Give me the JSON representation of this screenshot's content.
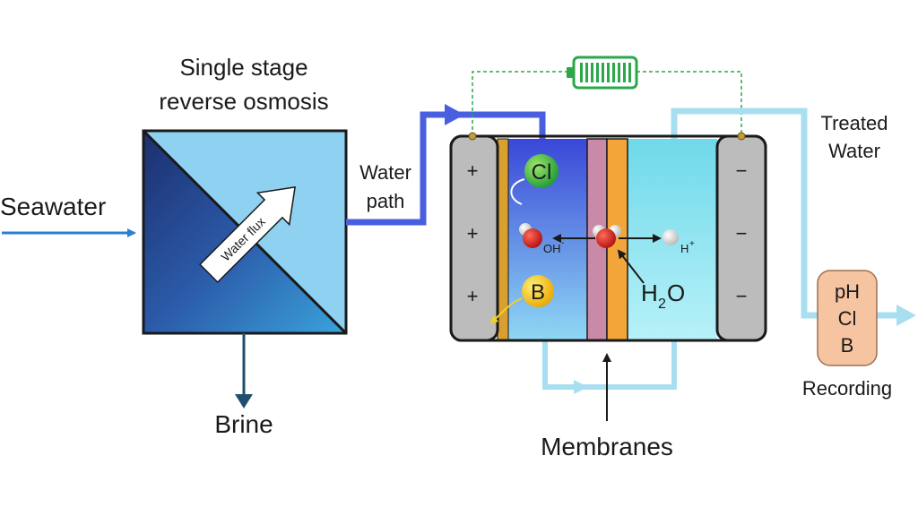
{
  "title": {
    "line1": "Single stage",
    "line2": "reverse osmosis"
  },
  "labels": {
    "seawater": "Seawater",
    "brine": "Brine",
    "water_path_line1": "Water",
    "water_path_line2": "path",
    "water_flux": "Water flux",
    "treated_line1": "Treated",
    "treated_line2": "Water",
    "membranes": "Membranes",
    "recording": "Recording"
  },
  "cell": {
    "anode_signs": [
      "+",
      "+",
      "+"
    ],
    "cathode_signs": [
      "−",
      "−",
      "−"
    ],
    "ions": {
      "chloride": "Cl",
      "boron": "B",
      "hydroxide": "OH",
      "hydroxide_charge": "-",
      "proton": "H",
      "proton_charge": "+",
      "water_h": "H",
      "water_sub": "2",
      "water_o": "O"
    }
  },
  "recorder": {
    "items": [
      "pH",
      "Cl",
      "B"
    ]
  },
  "colors": {
    "seawater_arrow": "#2a7fd0",
    "brine_arrow": "#1f4f6e",
    "water_path": "#4a5fe0",
    "treated_path": "#a8dff0",
    "battery": "#2aa84a",
    "electrode": "#bcbcbc",
    "membrane_pink": "#c98aa8",
    "membrane_orange": "#f2a63a",
    "recorder_fill": "#f6c4a0",
    "chloride_ball": "#39b54a",
    "boron_ball": "#f7c21a"
  }
}
